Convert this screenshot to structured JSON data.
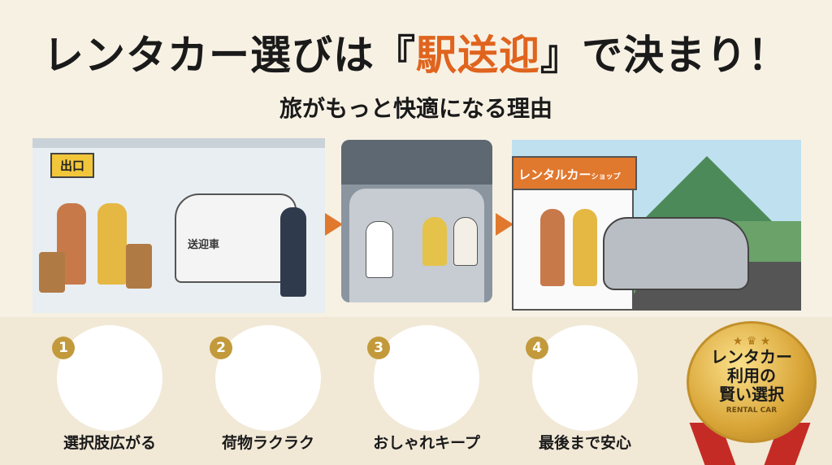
{
  "title": {
    "pre": "レンタカー選びは『",
    "highlight": "駅送迎",
    "post": "』で決まり！"
  },
  "subtitle": "旅がもっと快適になる理由",
  "scenes": {
    "station_sign": "出口",
    "van_label": "送迎車",
    "shop_sign": "レンタルカー",
    "shop_sign_small": "ショップ"
  },
  "features": [
    {
      "number": "1",
      "label": "選択肢広がる",
      "icon": "cars-magnifier-icon"
    },
    {
      "number": "2",
      "label": "荷物ラクラク",
      "icon": "luggage-person-icon"
    },
    {
      "number": "3",
      "label": "おしゃれキープ",
      "icon": "umbrella-woman-icon"
    },
    {
      "number": "4",
      "label": "最後まで安心",
      "icon": "clock-station-icon"
    }
  ],
  "medal": {
    "line1": "レンタカー",
    "line2": "利用の",
    "line3": "賢い選択",
    "sub": "RENTAL CAR"
  },
  "colors": {
    "accent": "#e0641e",
    "gold": "#c39a3b",
    "ribbon": "#c52b25"
  }
}
